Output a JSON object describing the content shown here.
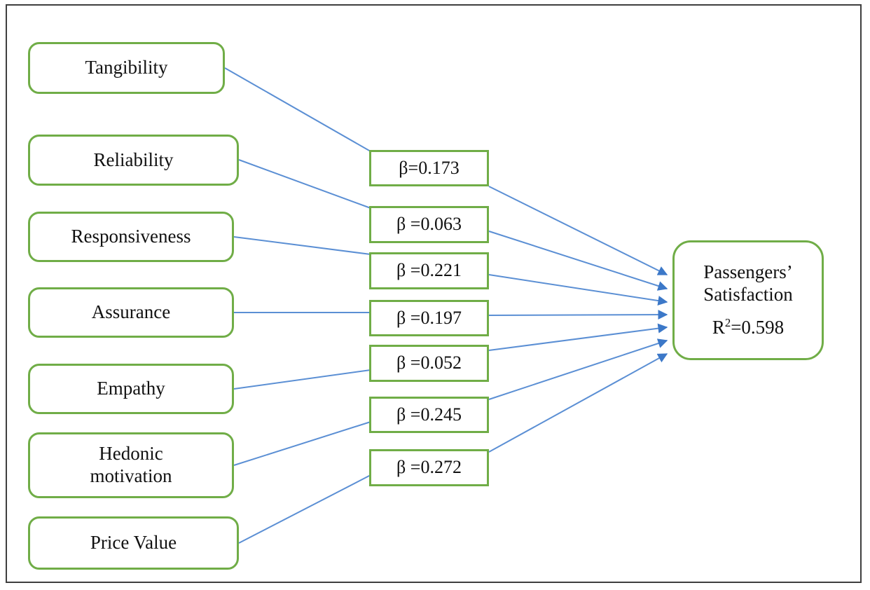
{
  "diagram": {
    "type": "path-model",
    "title": "",
    "colors": {
      "node_border": "#70AD47",
      "node_fill": "#FFFFFF",
      "edge": "#5B8FD4",
      "arrowhead": "#3C78C8",
      "text": "#111111",
      "frame": "#3F3F3F"
    },
    "constructs": [
      {
        "id": "tangibility",
        "label": "Tangibility"
      },
      {
        "id": "reliability",
        "label": "Reliability"
      },
      {
        "id": "responsiveness",
        "label": "Responsiveness"
      },
      {
        "id": "assurance",
        "label": "Assurance"
      },
      {
        "id": "empathy",
        "label": "Empathy"
      },
      {
        "id": "hedonic-motivation",
        "label": "Hedonic\nmotivation"
      },
      {
        "id": "price-value",
        "label": "Price Value"
      }
    ],
    "path_coefficients": [
      {
        "id": "beta-173",
        "label": "β=0.173",
        "value": 0.173,
        "from": "tangibility"
      },
      {
        "id": "beta-063",
        "label": "β =0.063",
        "value": 0.063,
        "from": "reliability"
      },
      {
        "id": "beta-221",
        "label": "β =0.221",
        "value": 0.221,
        "from": "responsiveness"
      },
      {
        "id": "beta-197",
        "label": "β =0.197",
        "value": 0.197,
        "from": "assurance"
      },
      {
        "id": "beta-052",
        "label": "β =0.052",
        "value": 0.052,
        "from": "empathy"
      },
      {
        "id": "beta-245",
        "label": "β =0.245",
        "value": 0.245,
        "from": "hedonic-motivation"
      },
      {
        "id": "beta-272",
        "label": "β =0.272",
        "value": 0.272,
        "from": "price-value"
      }
    ],
    "outcome": {
      "id": "passengers-satisfaction",
      "line1": "Passengers’",
      "line2": "Satisfaction",
      "r_squared_prefix": "R",
      "r_squared_exponent": "2",
      "r_squared_value": "=0.598"
    }
  }
}
